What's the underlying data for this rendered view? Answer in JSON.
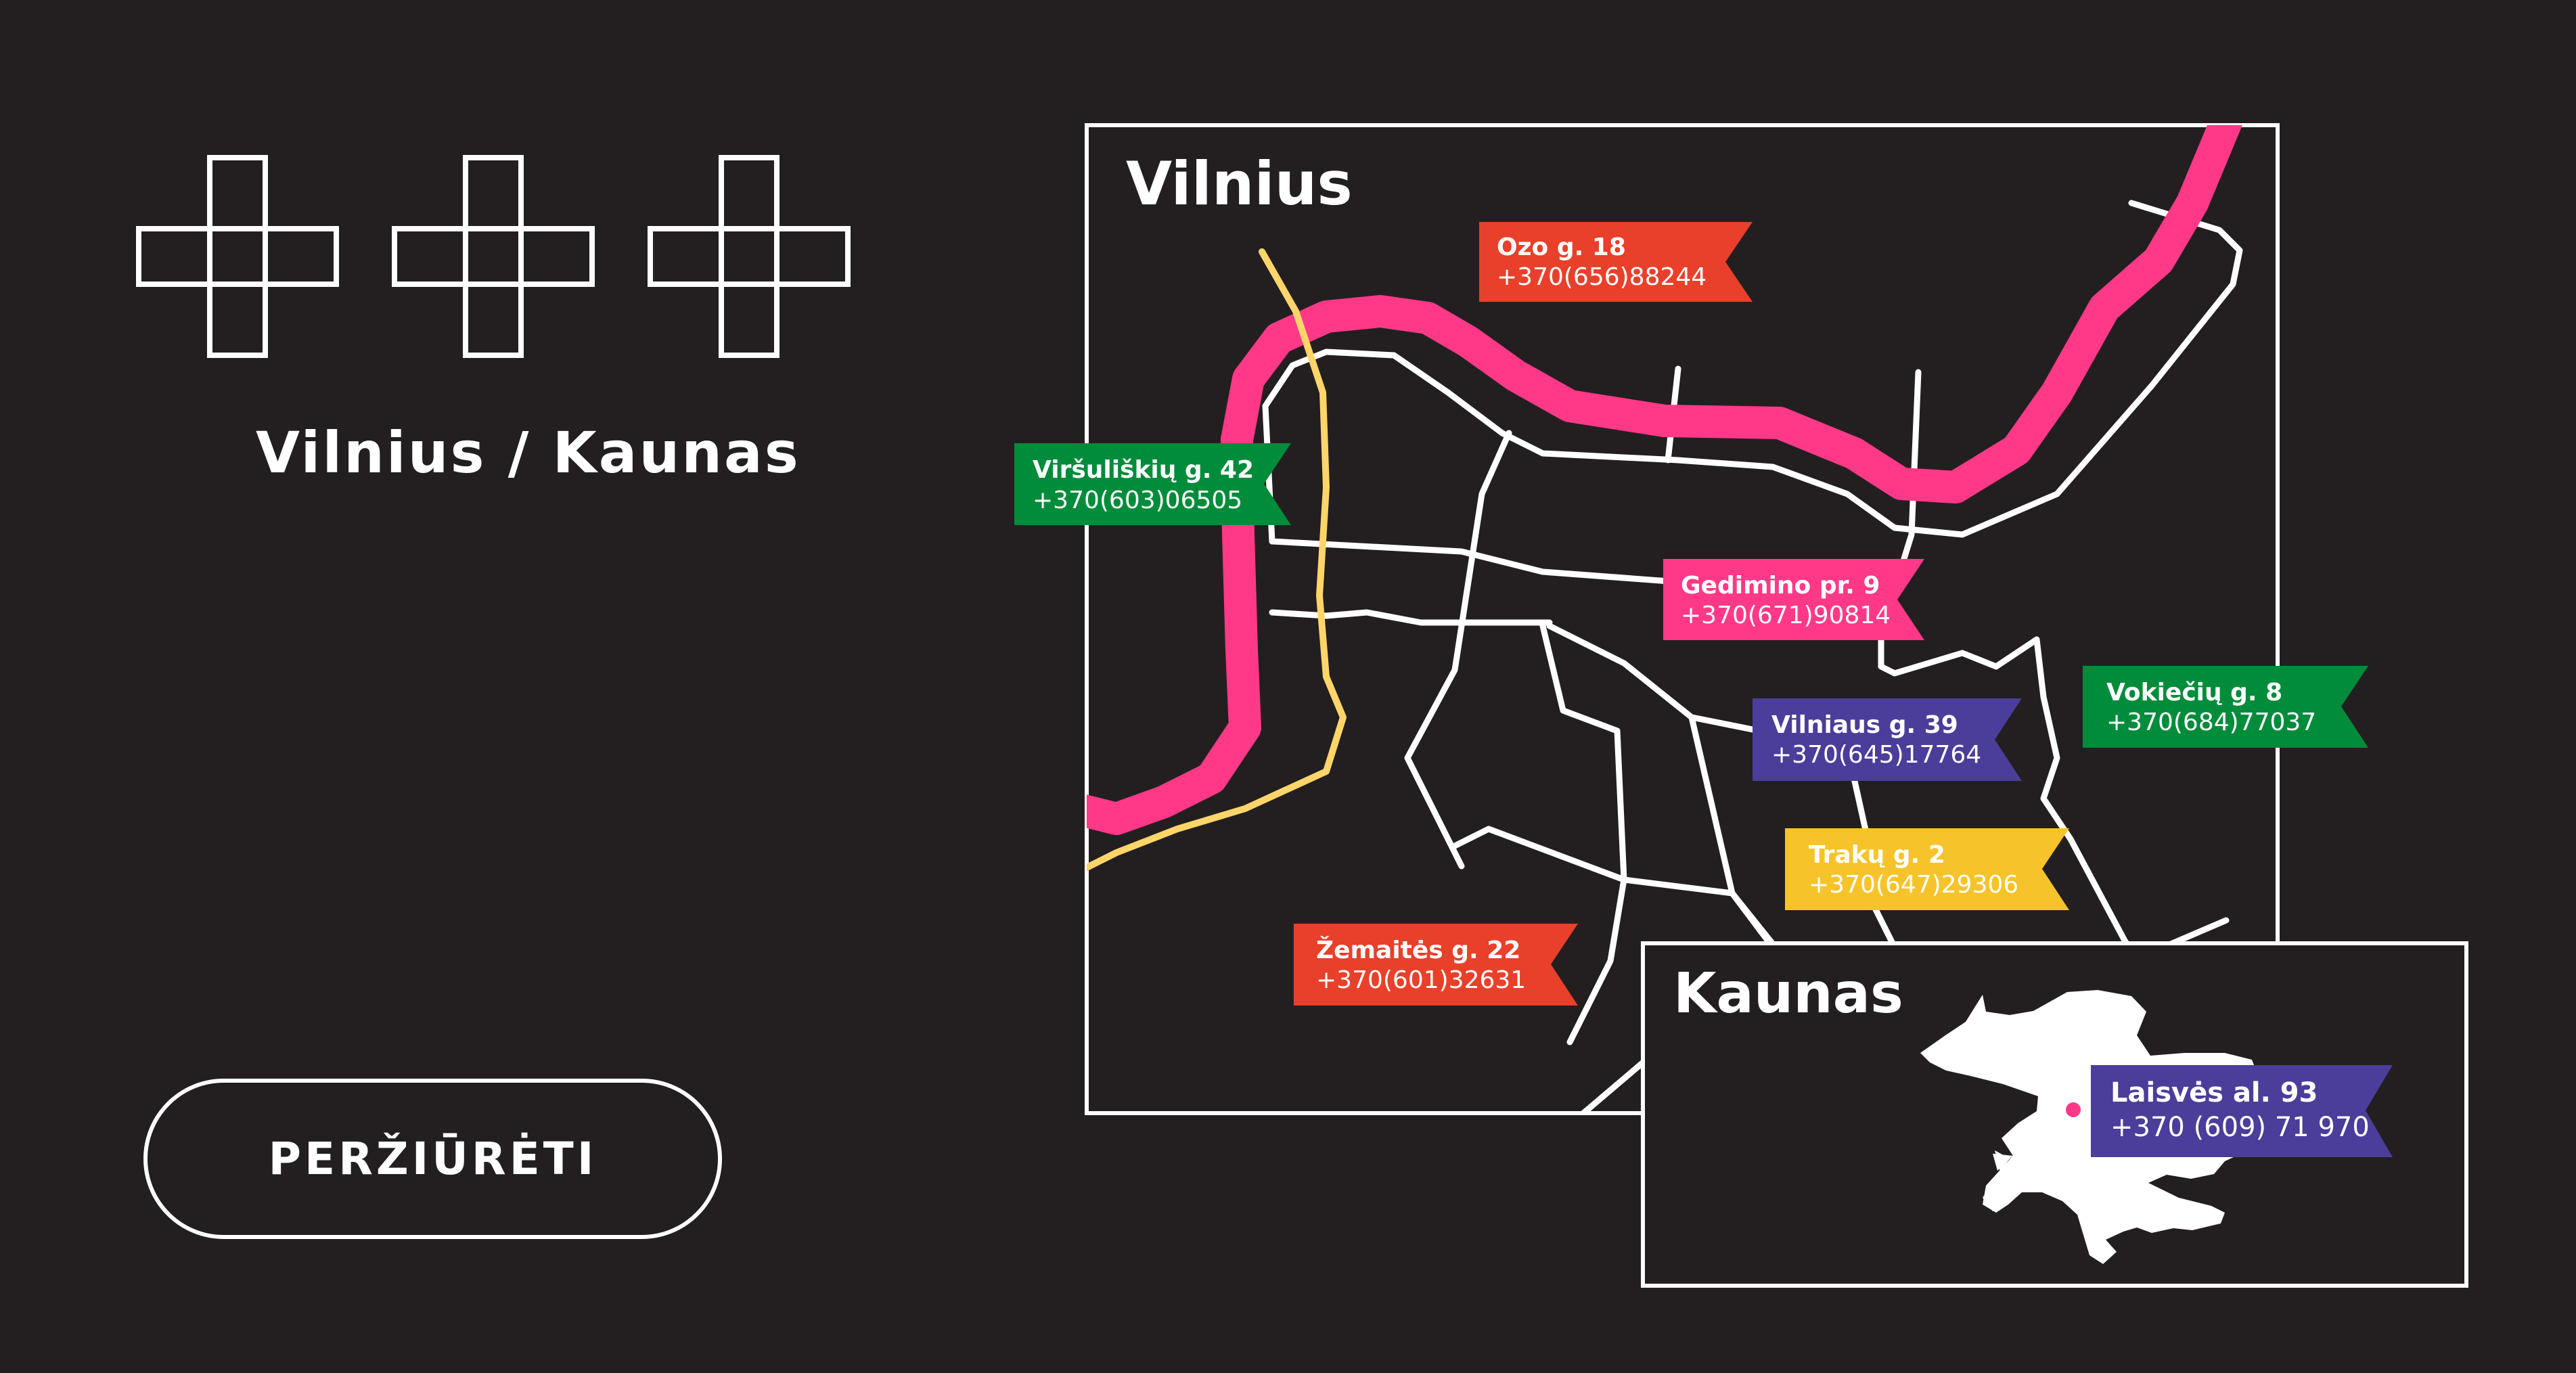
{
  "header": {
    "title": "Vilnius / Kaunas",
    "icons": [
      "plus-cross-icon",
      "plus-cross-icon",
      "plus-cross-icon"
    ]
  },
  "cta": {
    "label": "PERŽIŪRĖTI"
  },
  "map": {
    "vilnius": {
      "title": "Vilnius",
      "river_color": "#ff3987",
      "rail_color": "#ffd56a",
      "locations": [
        {
          "name": "Ozo g. 18",
          "phone": "+370(656)88244",
          "color": "#e8402a"
        },
        {
          "name": "Viršuliškių g. 42",
          "phone": "+370(603)06505",
          "color": "#008c3a"
        },
        {
          "name": "Gedimino pr. 9",
          "phone": "+370(671)90814",
          "color": "#ff3987"
        },
        {
          "name": "Vokiečių g. 8",
          "phone": "+370(684)77037",
          "color": "#008c3a"
        },
        {
          "name": "Vilniaus g. 39",
          "phone": "+370(645)17764",
          "color": "#4b3d9a"
        },
        {
          "name": "Trakų g. 2",
          "phone": "+370(647)29306",
          "color": "#f6c42a"
        },
        {
          "name": "Žemaitės g. 22",
          "phone": "+370(601)32631",
          "color": "#e8402a"
        }
      ]
    },
    "kaunas": {
      "title": "Kaunas",
      "marker_color": "#ff3987",
      "location": {
        "name": "Laisvės al. 93",
        "phone": "+370 (609) 71 970",
        "color": "#4b3d9a"
      }
    }
  }
}
